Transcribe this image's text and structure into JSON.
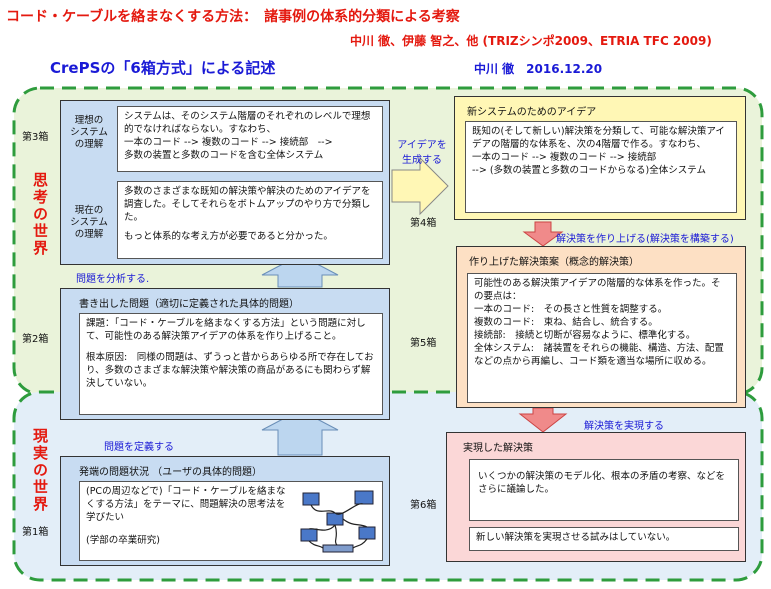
{
  "titles": {
    "main": "コード・ケーブルを絡まなくする方法：　諸事例の体系的分類による考察",
    "sub": "中川 徹、伊藤 智之、他 (TRIZシンポ2009、ETRIA TFC 2009)",
    "crepss": "CrePSの「6箱方式」による記述",
    "author_date": "中川 徹　2016.12.20"
  },
  "worlds": {
    "thinking": "思考の世界",
    "real": "現実の世界"
  },
  "box_labels": {
    "box1": "第1箱",
    "box2": "第2箱",
    "box3": "第3箱",
    "box4": "第4箱",
    "box5": "第5箱",
    "box6": "第6箱"
  },
  "box3": {
    "ideal_label": "理想の\nシステム\nの理解",
    "ideal_text": "システムは、そのシステム階層のそれぞれのレベルで理想的でなければならない。すなわち、\n一本のコード --> 複数のコード --> 接続部　-->\n多数の装置と多数のコードを含む全体システム",
    "current_label": "現在の\nシステム\nの理解",
    "current_text1": "多数のさまざまな既知の解決策や解決のためのアイデアを調査した。そしてそれらをボトムアップのやり方で分類した。",
    "current_text2": "もっと体系的な考え方が必要であると分かった。"
  },
  "box2": {
    "header": "書き出した問題（適切に定義された具体的問題）",
    "task": "課題：「コード・ケーブルを絡まなくする方法」という問題に対して、可能性のある解決策アイデアの体系を作り上げること。",
    "cause": "根本原因:　同様の問題は、ずうっと昔からあらゆる所で存在しており、多数のさまざまな解決策や解決策の商品があるにも関わらず解決していない。"
  },
  "box1": {
    "header": "発端の問題状況 （ユーザの具体的問題）",
    "text": "(PCの周辺などで)「コード・ケーブルを絡まなくする方法」をテーマに、問題解決の思考法を学びたい",
    "note": "(学部の卒業研究)"
  },
  "box4": {
    "header": "新システムのためのアイデア",
    "text": "既知の(そして新しい)解決策を分類して、可能な解決策アイデアの階層的な体系を、次の4階層で作る。すなわち、\n一本のコード --> 複数のコード --> 接続部\n--> (多数の装置と多数のコードからなる)全体システム"
  },
  "box5": {
    "header": "作り上げた解決策案（概念的解決策）",
    "intro": "可能性のある解決策アイデアの階層的な体系を作った。その要点は：",
    "items": [
      "一本のコード:　その長さと性質を調整する。",
      "複数のコード:　束ね、結合し、統合する。",
      "接続部:　接続と切断が容易なように、標準化する。",
      "全体システム:　諸装置をそれらの機能、構造、方法、配置などの点から再編し、コード類を適当な場所に収める。"
    ]
  },
  "box6": {
    "header": "実現した解決策",
    "text": "いくつかの解決策のモデル化、根本の矛盾の考察、などをさらに議論した。",
    "note": "新しい解決策を実現させる試みはしていない。"
  },
  "arrows": {
    "analyze": "問題を分析する.",
    "define": "問題を定義する",
    "idea_gen": "アイデアを\n生成する",
    "build": "解決策を作り上げる(解決策を構築する)",
    "realize": "解決策を実現する"
  },
  "colors": {
    "thinking_bg": "#eaf3da",
    "real_bg": "#e3eef8",
    "dash": "#2e9c3d",
    "box_blue": "#c8dcf2",
    "box4_bg": "#fff7b5",
    "box5_bg": "#fde0c4",
    "box6_bg": "#fbd7d7",
    "arrow_blue": "#bcd6ef",
    "arrow_yellow": "#fff7b5",
    "arrow_red": "#f08a8a"
  }
}
